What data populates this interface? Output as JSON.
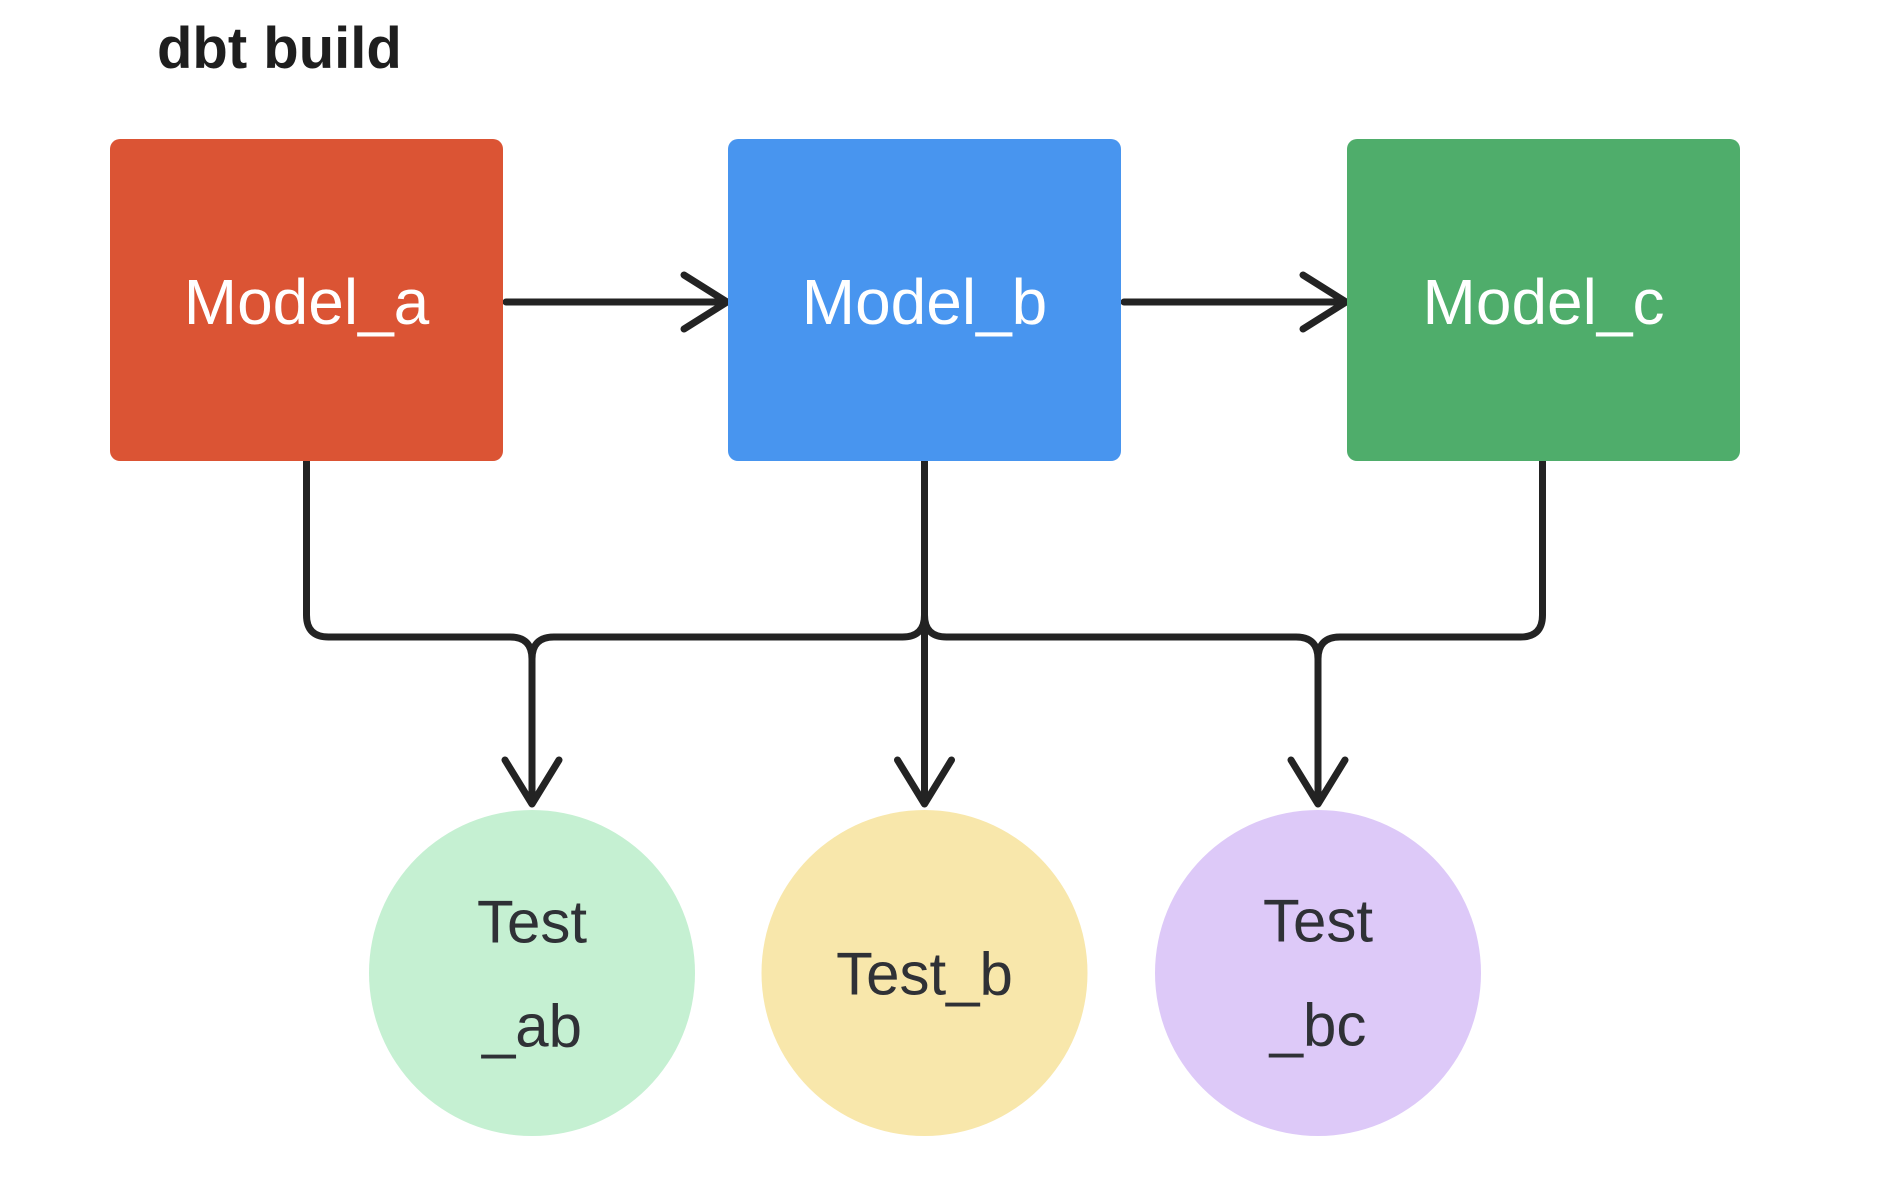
{
  "title": "dbt build",
  "colors": {
    "background": "#FFFFFF",
    "edge_ink": "#232323",
    "title_text": "#1E1E1E",
    "model_label_text": "#FFFFFF",
    "test_label_text": "#2F3136"
  },
  "models": [
    {
      "id": "model_a",
      "label": "Model_a",
      "color": "#DB5434"
    },
    {
      "id": "model_b",
      "label": "Model_b",
      "color": "#4895EF"
    },
    {
      "id": "model_c",
      "label": "Model_c",
      "color": "#4FAD6B"
    }
  ],
  "tests": [
    {
      "id": "test_ab",
      "line1": "Test",
      "line2": "_ab",
      "color": "#C5F0D2"
    },
    {
      "id": "test_b",
      "line1": "Test_b",
      "line2": "",
      "color": "#F8E7AB"
    },
    {
      "id": "test_bc",
      "line1": "Test",
      "line2": "_bc",
      "color": "#DDC9F8"
    }
  ],
  "edges": [
    {
      "from": "model_a",
      "to": "model_b"
    },
    {
      "from": "model_b",
      "to": "model_c"
    },
    {
      "from": "model_a",
      "to": "test_ab"
    },
    {
      "from": "model_b",
      "to": "test_ab"
    },
    {
      "from": "model_b",
      "to": "test_b"
    },
    {
      "from": "model_b",
      "to": "test_bc"
    },
    {
      "from": "model_c",
      "to": "test_bc"
    }
  ]
}
